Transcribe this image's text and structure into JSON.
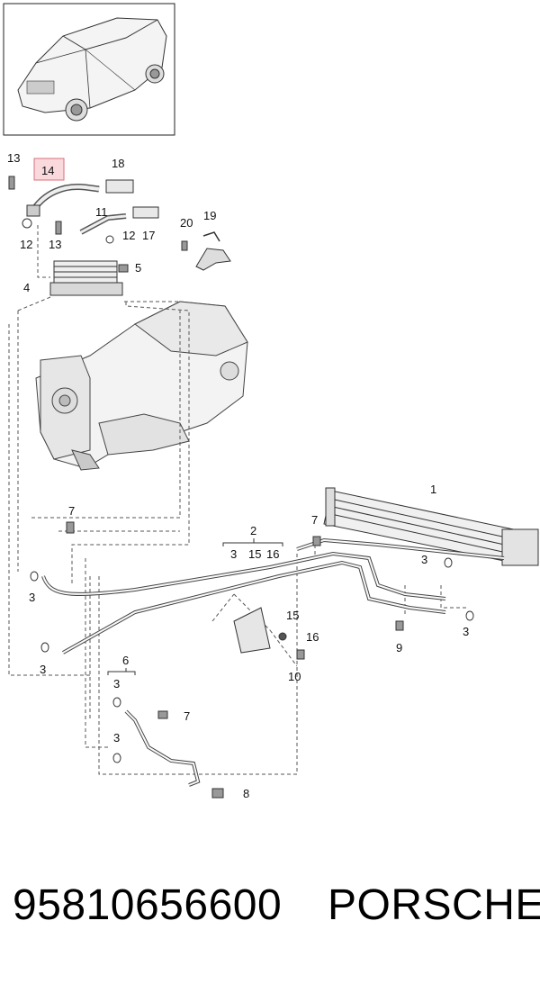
{
  "diagram": {
    "callouts": [
      "1",
      "2",
      "3",
      "4",
      "5",
      "6",
      "7",
      "8",
      "9",
      "10",
      "11",
      "12",
      "13",
      "14",
      "15",
      "16",
      "17",
      "18",
      "19",
      "20"
    ],
    "highlighted_callout": "14",
    "group_2_members": [
      "3",
      "15",
      "16"
    ],
    "highlight_color": "#e8a0a8"
  },
  "footer": {
    "part_number": "95810656600",
    "brand": "PORSCHE"
  }
}
